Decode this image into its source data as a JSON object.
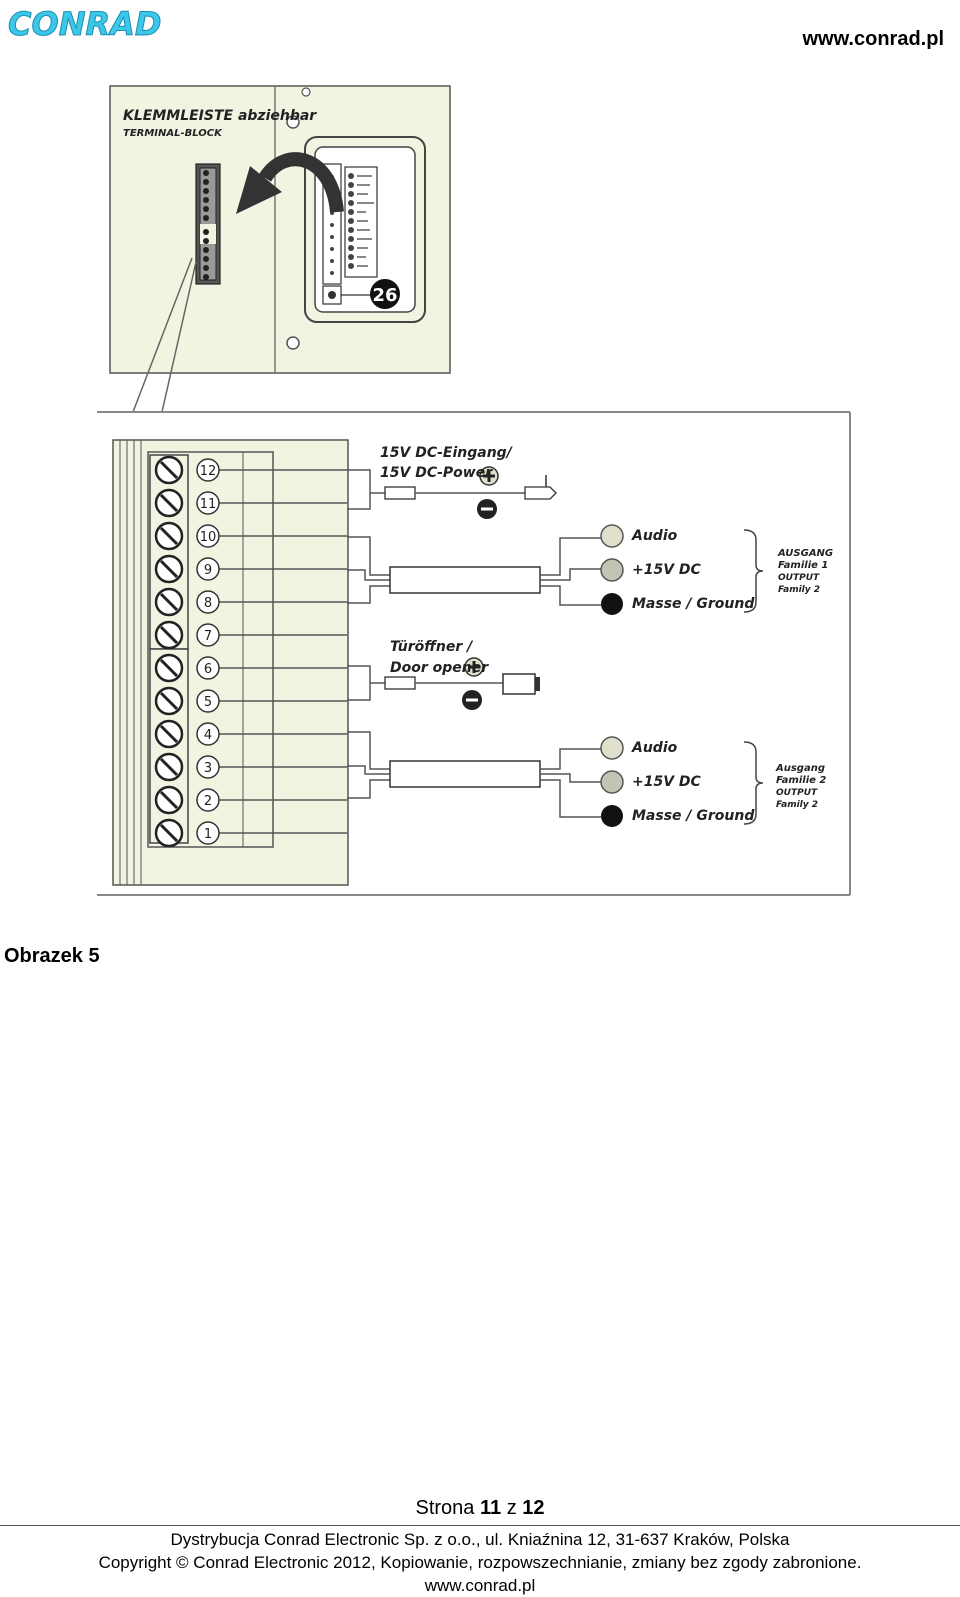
{
  "header": {
    "logo_text": "CONRAD",
    "site": "www.conrad.pl"
  },
  "figure": {
    "terminal_title_de": "KLEMMLEISTE abziehbar",
    "terminal_title_en": "TERMINAL-BLOCK",
    "badge_number": "26",
    "pins": [
      "12",
      "11",
      "10",
      "9",
      "8",
      "7",
      "6",
      "5",
      "4",
      "3",
      "2",
      "1"
    ],
    "power_label_1": "15V DC-Eingang/",
    "power_label_2": "15V DC-Power",
    "door_label_1": "Türöffner /",
    "door_label_2": "Door opener",
    "out1": {
      "audio": "Audio",
      "dc": "+15V DC",
      "ground": "Masse / Ground",
      "group_1": "AUSGANG",
      "group_2": "Familie 1",
      "group_3": "OUTPUT",
      "group_4": "Family 2"
    },
    "out2": {
      "audio": "Audio",
      "dc": "+15V DC",
      "ground": "Masse / Ground",
      "group_1": "Ausgang",
      "group_2": "Familie 2",
      "group_3": "OUTPUT",
      "group_4": "Family 2"
    }
  },
  "caption": "Obrazek 5",
  "footer": {
    "page_prefix": "Strona",
    "page_current": "11",
    "page_sep": "z",
    "page_total": "12",
    "line1": "Dystrybucja Conrad Electronic Sp. z o.o., ul. Kniaźnina 12, 31-637 Kraków, Polska",
    "line2": "Copyright © Conrad Electronic 2012, Kopiowanie, rozpowszechnianie, zmiany bez zgody zabronione.",
    "line3": "www.conrad.pl"
  },
  "colors": {
    "logo": "#3cc6e8",
    "panel": "#f3f3e2",
    "plug": "#e0e0cc"
  }
}
